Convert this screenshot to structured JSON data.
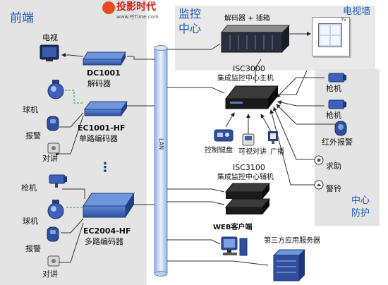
{
  "watermark": {
    "cn": "投影时代",
    "url": "www.PjTime.com"
  },
  "sections": {
    "front": "前端",
    "monitor_line1": "监控",
    "monitor_line2": "中心",
    "tvwall": "电视墙",
    "center_line1": "中心",
    "center_line2": "防护"
  },
  "bus": {
    "label": "LAN"
  },
  "devices": {
    "tv": "电视",
    "dc1001_model": "DC1001",
    "dc1001_desc": "解码器",
    "ball1": "球机",
    "alarm1": "报警",
    "talk1": "对讲",
    "ec1001_model": "EC1001-HF",
    "ec1001_desc": "单路编码器",
    "dots": "⋮",
    "gun_front": "枪机",
    "ball2": "球机",
    "alarm2": "报警",
    "talk2": "对讲",
    "ec2004_model": "EC2004-HF",
    "ec2004_desc": "多路编码器",
    "decoder_box": "解码器 + 插箱",
    "tv_icon": "TV",
    "isc3000_model": "ISC3000",
    "isc3000_desc": "集成监控中心主机",
    "keyboard": "控制键盘",
    "vtalk": "可视对讲",
    "broadcast": "广播",
    "isc3100_model": "ISC3100",
    "isc3100_desc": "集成监控中心辅机",
    "web": "WEB客户端",
    "third": "第三方应用服务器",
    "gun_r1": "枪机",
    "gun_r2": "枪机",
    "ir_alarm": "红外报警",
    "help": "求助",
    "bell": "警铃"
  }
}
